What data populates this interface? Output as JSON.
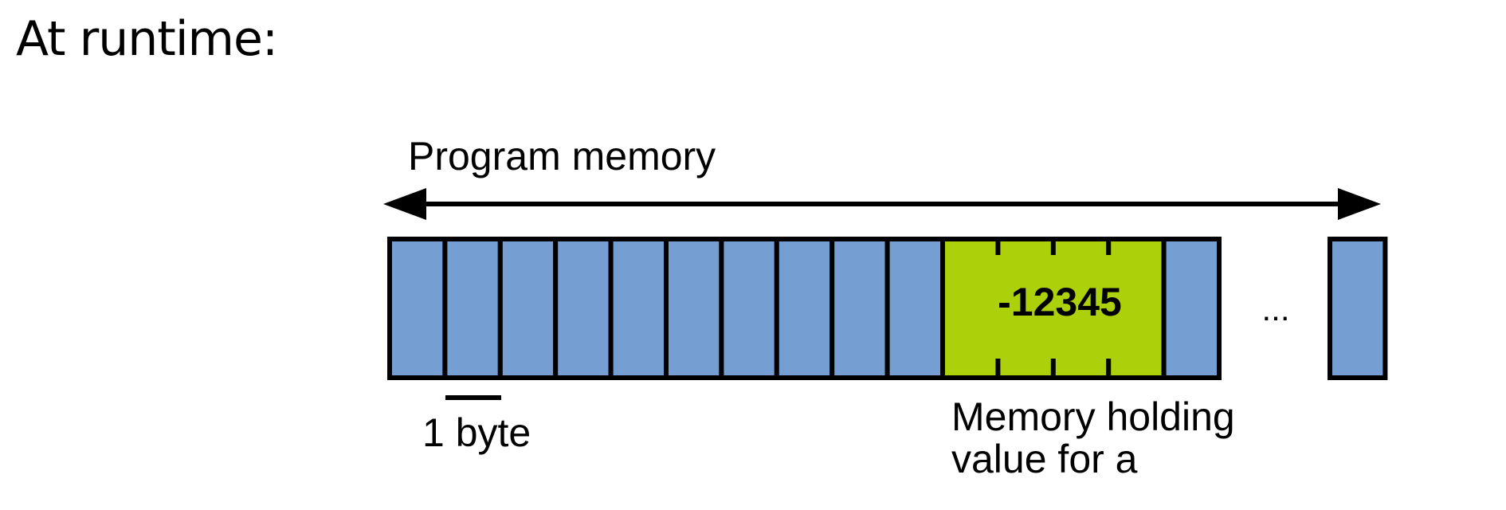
{
  "heading": "At runtime:",
  "diagram": {
    "memory_label": "Program memory",
    "byte_label": "1 byte",
    "value_text": "-12345",
    "ellipsis": "...",
    "caption_line1": "Memory holding",
    "caption_line2": "value for a",
    "cells_before_value": 10,
    "value_cell_bytes": 4,
    "cells_after_value": 1,
    "trailing_cells": 1
  },
  "colors": {
    "byte_cell": "#759fd2",
    "value_cell": "#acd10a",
    "stroke": "#000000"
  }
}
